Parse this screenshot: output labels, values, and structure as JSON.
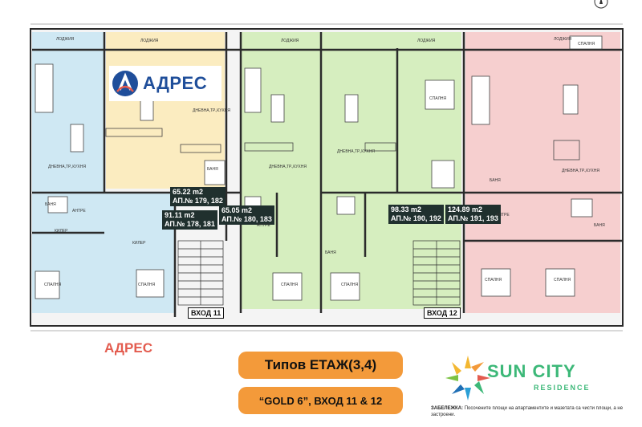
{
  "colors": {
    "blue_unit": "#cfe8f3",
    "yellow_unit": "#fbecc0",
    "green_unit": "#d6eebf",
    "pink_unit": "#f6cfcf",
    "wall": "#2b2b2b",
    "accent_orange": "#f39a3a",
    "agency_blue": "#1f4e9a",
    "agency_red": "#e35c4f",
    "brand_green": "#3cb878"
  },
  "branding": {
    "agency_name": "АДРЕС",
    "agency_caption": "АДРЕС",
    "brand_title": "SUN CITY",
    "brand_subtitle": "RESIDENCE"
  },
  "plan": {
    "floor_title": "Типов ЕТАЖ(3,4)",
    "building_label": "“GOLD 6”, ВХОД 11 & 12",
    "entrances": [
      "ВХОД 11",
      "ВХОД 12"
    ],
    "apartments": [
      {
        "area": "65.22 m2",
        "number": "АП.№ 179, 182"
      },
      {
        "area": "65.05 m2",
        "number": "АП.№ 180, 183"
      },
      {
        "area": "91.11 m2",
        "number": "АП.№ 178, 181"
      },
      {
        "area": "98.33 m2",
        "number": "АП.№ 190, 192"
      },
      {
        "area": "124.89 m2",
        "number": "АП.№ 191, 193"
      }
    ],
    "rooms": [
      "ЛОДЖИЯ",
      "ЛОДЖИЯ",
      "ЛОДЖИЯ",
      "ЛОДЖИЯ",
      "ЛОДЖИЯ",
      "ДНЕВНА,ТР.,КУХНЯ",
      "ДНЕВНА,ТР.,КУХНЯ",
      "ДНЕВНА,ТР.,КУХНЯ",
      "ДНЕВНА,ТР.,КУХНЯ",
      "ДНЕВНА,ТР.,КУХНЯ",
      "СПАЛНЯ",
      "СПАЛНЯ",
      "СПАЛНЯ",
      "СПАЛНЯ",
      "СПАЛНЯ",
      "СПАЛНЯ",
      "СПАЛНЯ",
      "СПАЛНЯ",
      "БАНЯ",
      "БАНЯ",
      "БАНЯ",
      "БАНЯ",
      "БАНЯ",
      "АНТРЕ",
      "АНТРЕ",
      "АНТРЕ",
      "КИЛЕР",
      "КИЛЕР"
    ]
  },
  "note": {
    "label": "ЗАБЕЛЕЖКА:",
    "text": "Посочените площи на апартаментите и мазетата са чисти площи, а не застроени."
  }
}
